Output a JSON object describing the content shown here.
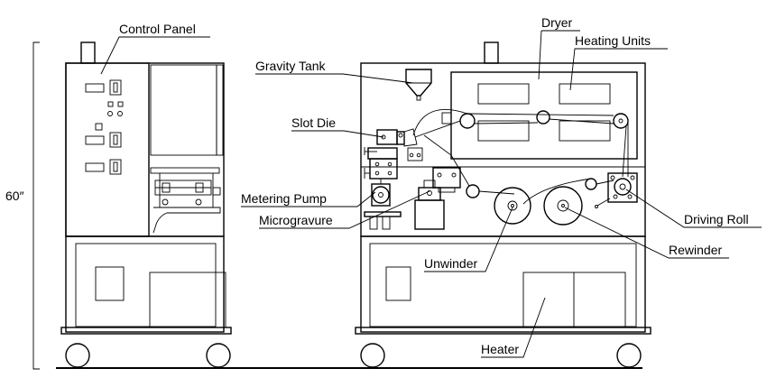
{
  "labels": {
    "control_panel": "Control Panel",
    "dryer": "Dryer",
    "heating_units": "Heating Units",
    "gravity_tank": "Gravity Tank",
    "slot_die": "Slot Die",
    "metering_pump": "Metering Pump",
    "microgravure": "Microgravure",
    "unwinder": "Unwinder",
    "rewinder": "Rewinder",
    "driving_roll": "Driving Roll",
    "heater": "Heater"
  },
  "height_dimension": "60″"
}
